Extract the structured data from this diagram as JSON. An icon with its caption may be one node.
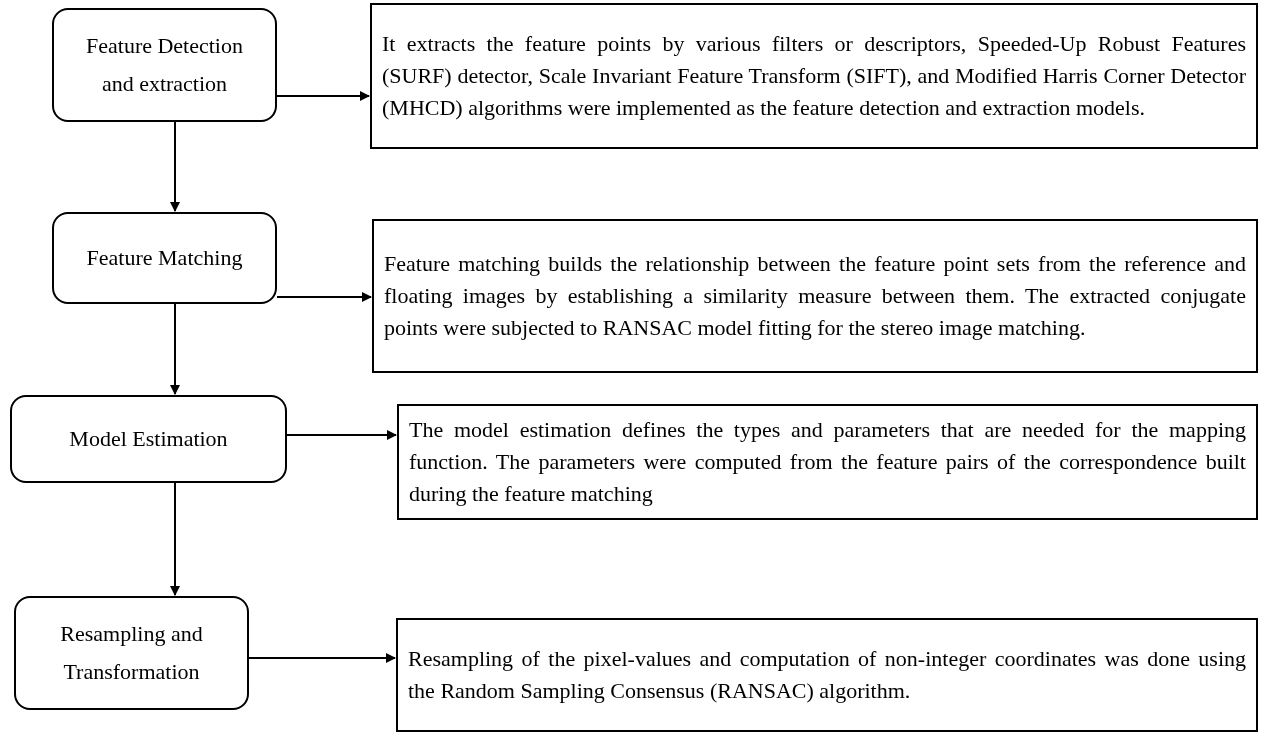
{
  "diagram": {
    "nodes": [
      {
        "text": [
          "Feature Detection and extraction"
        ]
      },
      {
        "text": [
          "It extracts the feature points by various filters or descriptors, Speeded-Up Robust Features (SURF) detector, Scale Invariant Feature Transform (SIFT), and Modified Harris Corner Detector (MHCD) algorithms were implemented as the feature detection and extraction models."
        ]
      },
      {
        "text": [
          "Feature Matching"
        ]
      },
      {
        "text": [
          "Feature matching builds the relationship between the feature point sets from the reference and floating images by establishing a similarity measure between them. The extracted conjugate points were subjected to RANSAC model fitting for the stereo image matching."
        ]
      },
      {
        "text": [
          "Model Estimation"
        ]
      },
      {
        "text": [
          "The model estimation defines the types and parameters that are needed for the mapping function. The parameters were computed from the feature pairs of the correspondence built during the feature matching"
        ]
      },
      {
        "text": [
          "Resampling and Transformation"
        ]
      },
      {
        "text": [
          "Resampling of the pixel-values and computation of non-integer coordinates was done using the Random Sampling Consensus (RANSAC) algorithm."
        ]
      }
    ],
    "edges": [
      {
        "from": 0,
        "to": 1,
        "arrow": "to"
      },
      {
        "from": 0,
        "to": 2,
        "arrow": "to"
      },
      {
        "from": 2,
        "to": 3,
        "arrow": "to"
      },
      {
        "from": 2,
        "to": 4,
        "arrow": "to"
      },
      {
        "from": 4,
        "to": 5,
        "arrow": "to"
      },
      {
        "from": 4,
        "to": 6,
        "arrow": "to"
      },
      {
        "from": 6,
        "to": 7,
        "arrow": "to"
      }
    ]
  }
}
